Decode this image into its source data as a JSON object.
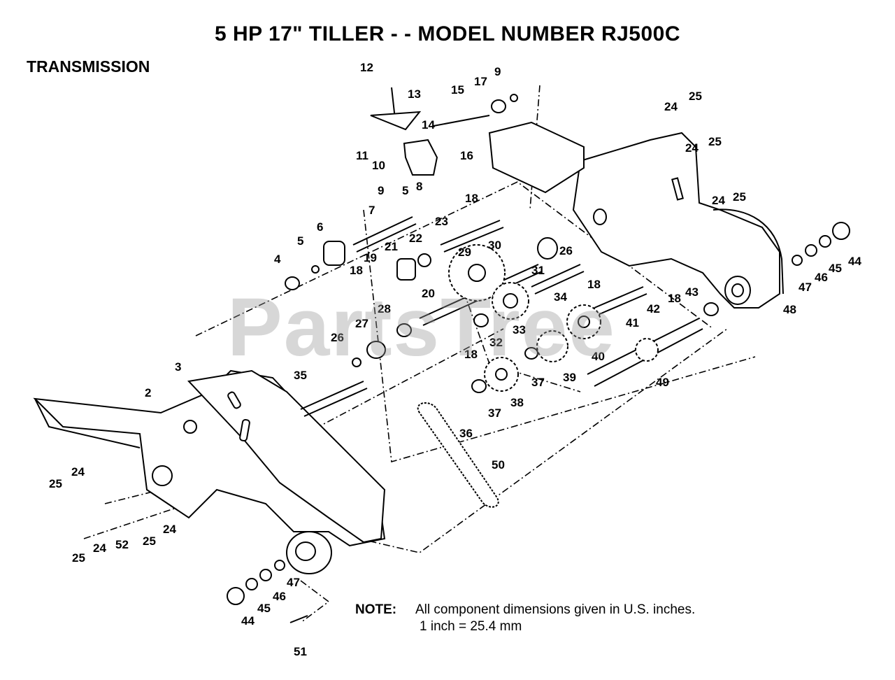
{
  "header": {
    "title": "5 HP  17\" TILLER - - MODEL NUMBER RJ500C",
    "section": "TRANSMISSION"
  },
  "watermark": "PartsTree",
  "note": {
    "label": "NOTE:",
    "line1": "All component dimensions given in U.S. inches.",
    "line2": "1 inch = 25.4 mm"
  },
  "callouts": [
    "2",
    "3",
    "4",
    "5",
    "6",
    "7",
    "8",
    "9",
    "10",
    "11",
    "12",
    "13",
    "14",
    "15",
    "16",
    "17",
    "18",
    "19",
    "20",
    "21",
    "22",
    "23",
    "24",
    "25",
    "26",
    "27",
    "28",
    "29",
    "30",
    "31",
    "32",
    "33",
    "34",
    "35",
    "36",
    "37",
    "38",
    "39",
    "40",
    "41",
    "42",
    "43",
    "44",
    "45",
    "46",
    "47",
    "48",
    "49",
    "50",
    "51",
    "52"
  ]
}
